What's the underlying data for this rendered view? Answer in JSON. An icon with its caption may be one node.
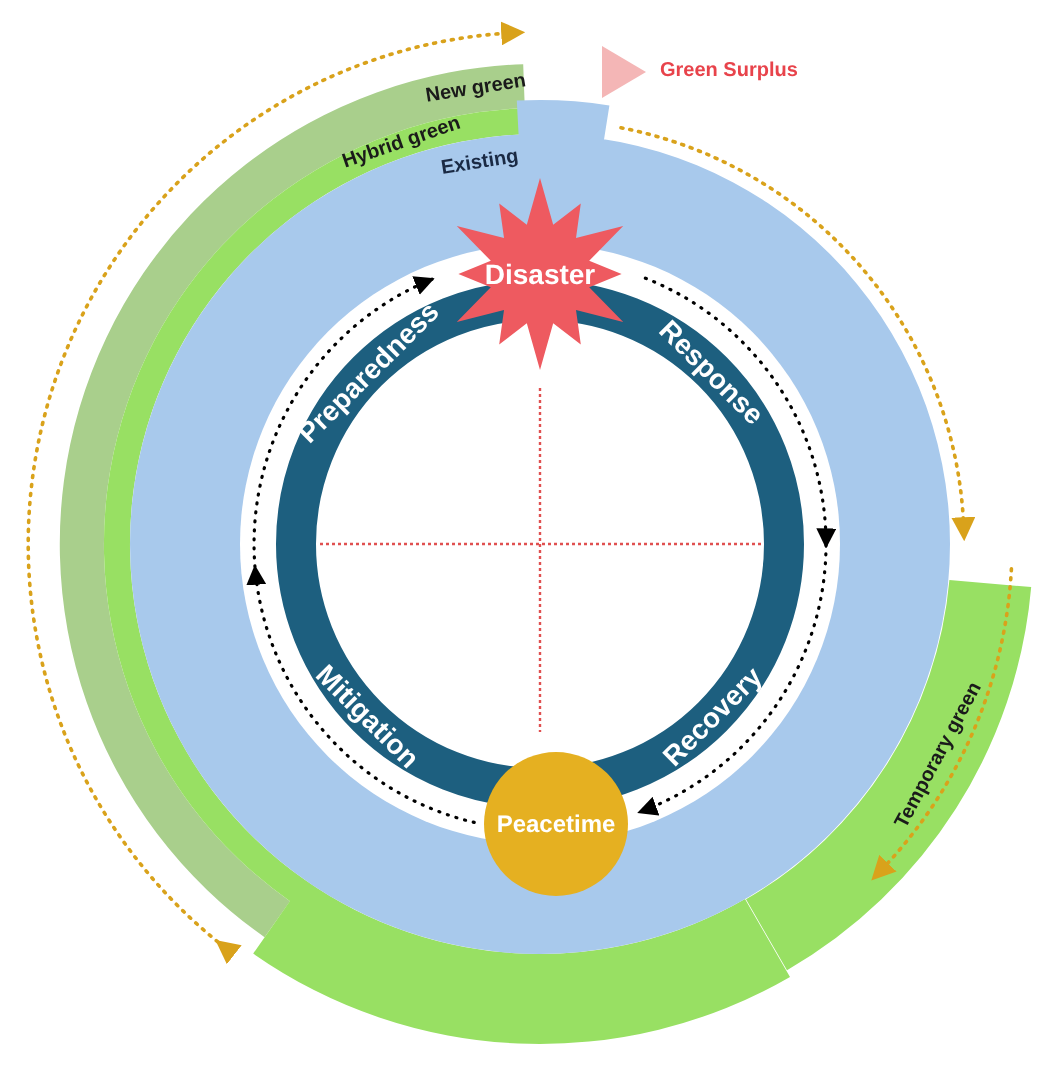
{
  "diagram": {
    "nodes": [
      {
        "text": [
          "Existing"
        ]
      },
      {
        "text": [
          "Temporary green"
        ]
      },
      {
        "text": [
          "Preparedness",
          "Response",
          "Recovery",
          "Mitigation"
        ],
        "in": 0
      },
      {
        "text": [
          "Disaster"
        ],
        "in": 0
      },
      {
        "text": [
          "Peacetime"
        ],
        "in": 0
      }
    ],
    "edges": [
      {
        "from": 3,
        "to": 4,
        "arrow": "to",
        "style": "dashed"
      },
      {
        "from": 4,
        "to": 3,
        "arrow": "to",
        "style": "dashed"
      }
    ],
    "labels": [
      "New green",
      "Green Surplus",
      "Hybrid green"
    ]
  }
}
